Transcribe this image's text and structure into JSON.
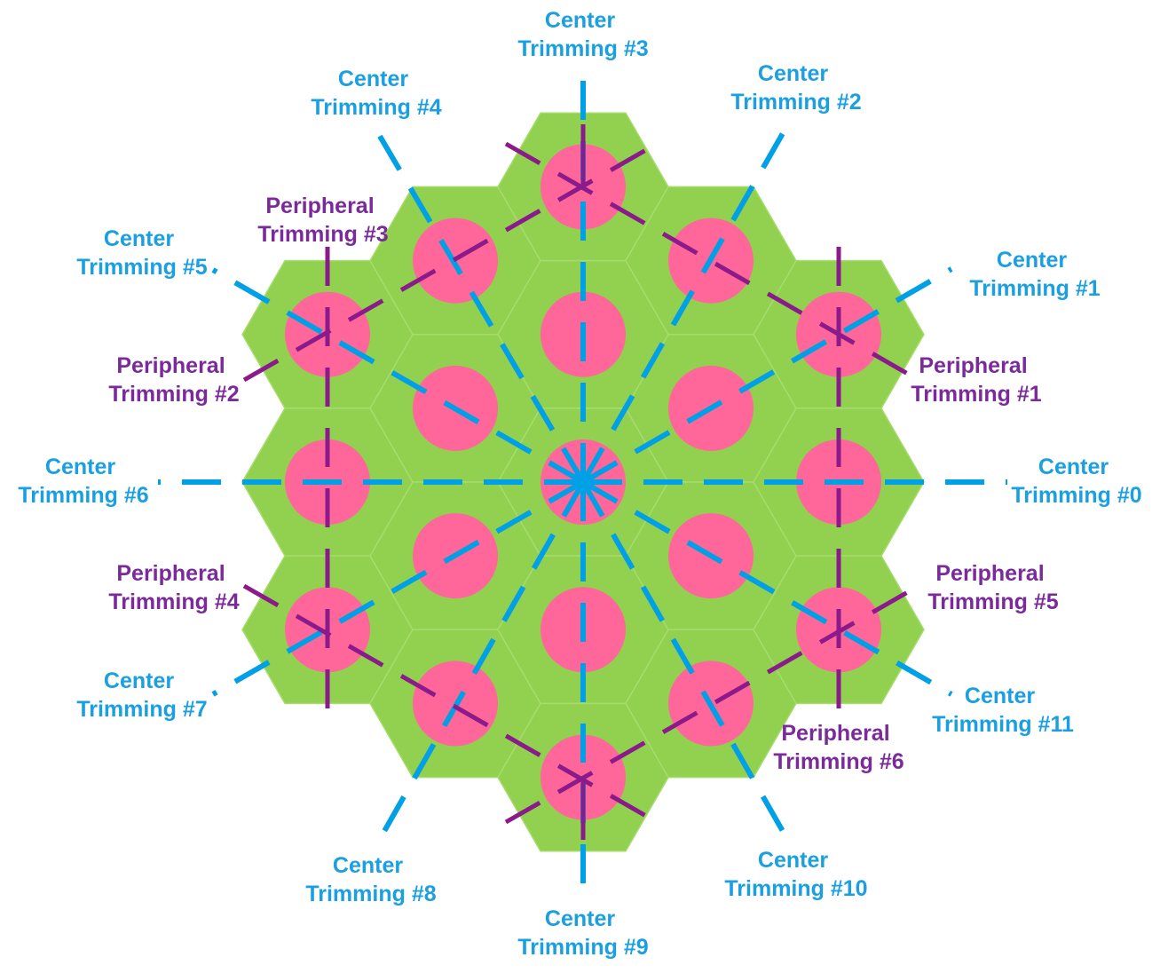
{
  "colors": {
    "hex_fill": "#92d050",
    "hex_edge": "#a6dc6c",
    "circle_fill": "#ff6699",
    "center_line": "#00a0e6",
    "center_text": "#1a9fe0",
    "peripheral_line": "#8b1a8b",
    "peripheral_text": "#7a2a9a"
  },
  "center_trimming_labels": [
    {
      "name": "Center",
      "id": "Trimming #0"
    },
    {
      "name": "Center",
      "id": "Trimming #1"
    },
    {
      "name": "Center",
      "id": "Trimming #2"
    },
    {
      "name": "Center",
      "id": "Trimming #3"
    },
    {
      "name": "Center",
      "id": "Trimming #4"
    },
    {
      "name": "Center",
      "id": "Trimming #5"
    },
    {
      "name": "Center",
      "id": "Trimming #6"
    },
    {
      "name": "Center",
      "id": "Trimming #7"
    },
    {
      "name": "Center",
      "id": "Trimming #8"
    },
    {
      "name": "Center",
      "id": "Trimming #9"
    },
    {
      "name": "Center",
      "id": "Trimming #10"
    },
    {
      "name": "Center",
      "id": "Trimming #11"
    }
  ],
  "peripheral_trimming_labels": [
    {
      "name": "Peripheral",
      "id": "Trimming #1"
    },
    {
      "name": "Peripheral",
      "id": "Trimming #2"
    },
    {
      "name": "Peripheral",
      "id": "Trimming #3"
    },
    {
      "name": "Peripheral",
      "id": "Trimming #4"
    },
    {
      "name": "Peripheral",
      "id": "Trimming #5"
    },
    {
      "name": "Peripheral",
      "id": "Trimming #6"
    }
  ]
}
